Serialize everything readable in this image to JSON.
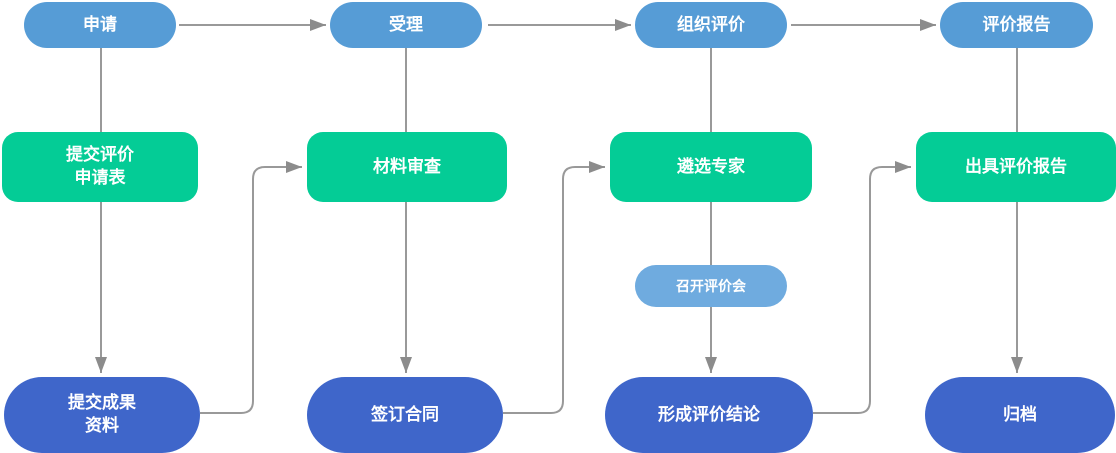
{
  "diagram": {
    "colors": {
      "background": "#ffffff",
      "stage_pill": "#569CD6",
      "meeting_pill": "#6FABDF",
      "process_box": "#04CC96",
      "result_pill": "#3F66CA",
      "connector": "#999999",
      "arrowhead": "#8c8c8c",
      "node_text": "#ffffff"
    },
    "stages": [
      {
        "id": "apply",
        "label": "申请"
      },
      {
        "id": "accept",
        "label": "受理"
      },
      {
        "id": "organize-evaluation",
        "label": "组织评价"
      },
      {
        "id": "evaluation-report",
        "label": "评价报告"
      }
    ],
    "processes": [
      {
        "id": "submit-application-form",
        "label": "提交评价\n申请表"
      },
      {
        "id": "material-review",
        "label": "材料审查"
      },
      {
        "id": "select-experts",
        "label": "遴选专家"
      },
      {
        "id": "issue-evaluation-report",
        "label": "出具评价报告"
      }
    ],
    "meeting": {
      "id": "hold-evaluation-meeting",
      "label": "召开评价会"
    },
    "results": [
      {
        "id": "submit-achievement-materials",
        "label": "提交成果\n资料"
      },
      {
        "id": "sign-contract",
        "label": "签订合同"
      },
      {
        "id": "form-evaluation-conclusion",
        "label": "形成评价结论"
      },
      {
        "id": "archive",
        "label": "归档"
      }
    ],
    "edges": [
      {
        "from": "apply",
        "to": "accept"
      },
      {
        "from": "accept",
        "to": "organize-evaluation"
      },
      {
        "from": "organize-evaluation",
        "to": "evaluation-report"
      },
      {
        "from": "apply",
        "to": "submit-application-form"
      },
      {
        "from": "accept",
        "to": "material-review"
      },
      {
        "from": "organize-evaluation",
        "to": "select-experts"
      },
      {
        "from": "evaluation-report",
        "to": "issue-evaluation-report"
      },
      {
        "from": "submit-application-form",
        "to": "submit-achievement-materials"
      },
      {
        "from": "material-review",
        "to": "sign-contract"
      },
      {
        "from": "select-experts",
        "to": "form-evaluation-conclusion",
        "via": "hold-evaluation-meeting"
      },
      {
        "from": "issue-evaluation-report",
        "to": "archive"
      },
      {
        "from": "submit-achievement-materials",
        "to": "material-review"
      },
      {
        "from": "sign-contract",
        "to": "select-experts"
      },
      {
        "from": "form-evaluation-conclusion",
        "to": "issue-evaluation-report"
      }
    ]
  }
}
